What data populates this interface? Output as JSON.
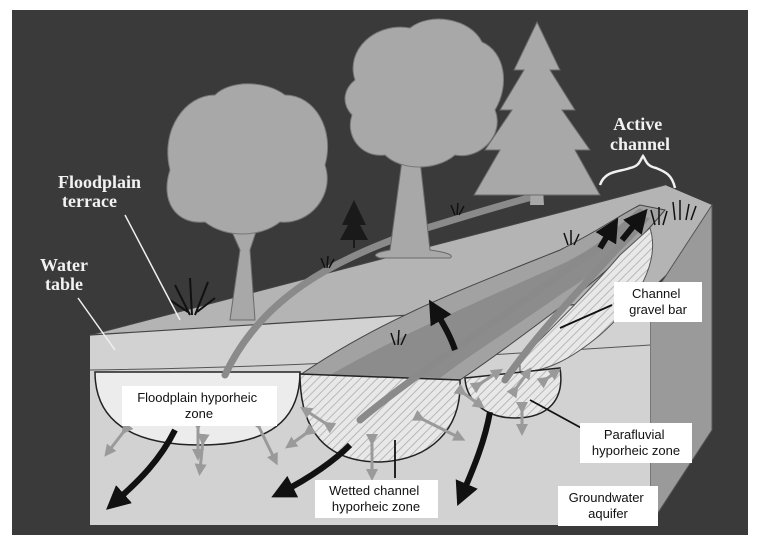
{
  "labels": {
    "active_channel": [
      "Active",
      "channel"
    ],
    "floodplain_terrace": [
      "Floodplain",
      "terrace"
    ],
    "water_table": [
      "Water",
      "table"
    ],
    "channel_gravel_bar": [
      "Channel",
      "gravel bar"
    ],
    "floodplain_hyporheic": [
      "Floodplain hyporheic",
      "zone"
    ],
    "parafluvial": [
      "Parafluvial",
      "hyporheic zone"
    ],
    "wetted_channel": [
      "Wetted channel",
      "hyporheic zone"
    ],
    "groundwater": [
      "Groundwater",
      "aquifer"
    ]
  },
  "colors": {
    "background": "#3a3a3a",
    "ground_top": "#b4b4b4",
    "ground_front": "#d2d2d2",
    "ground_side": "#9a9a9a",
    "water": "#8c8c8c",
    "trees": "#a8a8a8",
    "flow_arrow": "#111111",
    "exchange_arrow": "#9a9a9a"
  }
}
